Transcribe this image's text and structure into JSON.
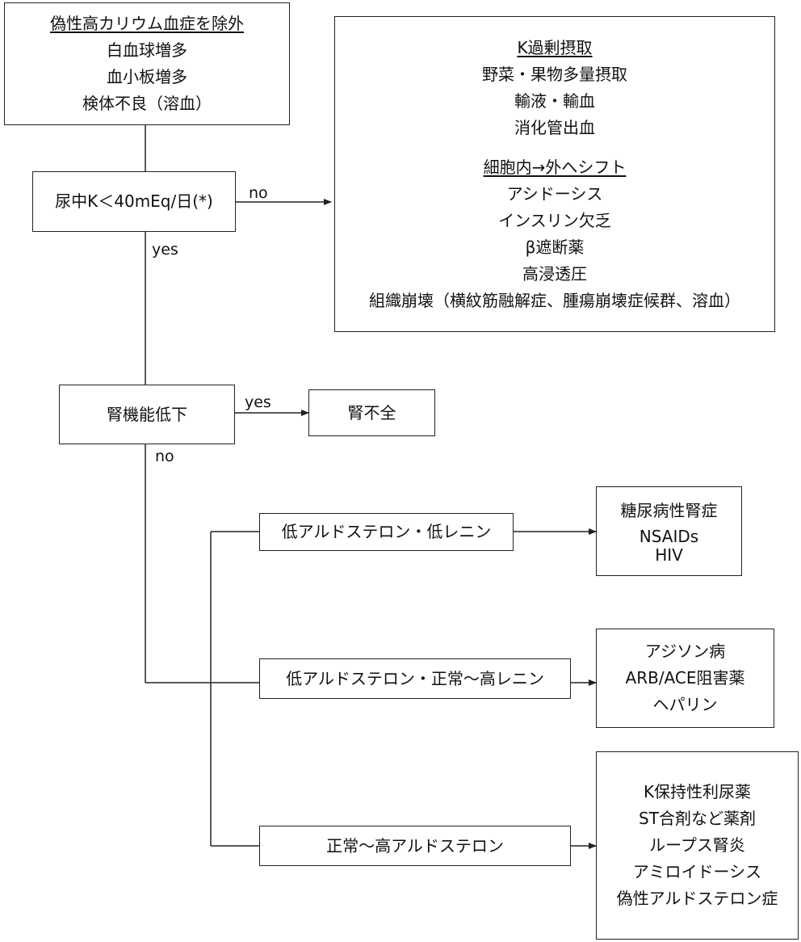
{
  "box_exclude": {
    "heading": "偽性高カリウム血症を除外",
    "items": [
      "白血球増多",
      "血小板増多",
      "検体不良（溶血）"
    ]
  },
  "box_urine": {
    "label": "尿中K＜40mEq/日(*)"
  },
  "box_causes": {
    "heading1": "K過剰摂取",
    "items1": [
      "野菜・果物多量摂取",
      "輸液・輸血",
      "消化管出血"
    ],
    "heading2": "細胞内→外へシフト",
    "items2": [
      "アシドーシス",
      "インスリン欠乏",
      "β遮断薬",
      "高浸透圧",
      "組織崩壊（横紋筋融解症、腫瘍崩壊症候群、溶血）"
    ]
  },
  "box_renal_func": {
    "label": "腎機能低下"
  },
  "box_renal_failure": {
    "label": "腎不全"
  },
  "box_low_aldo_low_renin": {
    "label": "低アルドステロン・低レニン"
  },
  "box_low_aldo_high_renin": {
    "label": "低アルドステロン・正常〜高レニン"
  },
  "box_high_aldo": {
    "label": "正常〜高アルドステロン"
  },
  "result_low_renin": {
    "items": [
      "糖尿病性腎症",
      "NSAIDs",
      "HIV"
    ]
  },
  "result_high_renin": {
    "items": [
      "アジソン病",
      "ARB/ACE阻害薬",
      "ヘパリン"
    ]
  },
  "result_high_aldo": {
    "items": [
      "K保持性利尿薬",
      "ST合剤など薬剤",
      "ループス腎炎",
      "アミロイドーシス",
      "偽性アルドステロン症"
    ]
  },
  "edge_labels": {
    "urine_no": "no",
    "urine_yes": "yes",
    "renal_yes": "yes",
    "renal_no": "no"
  }
}
